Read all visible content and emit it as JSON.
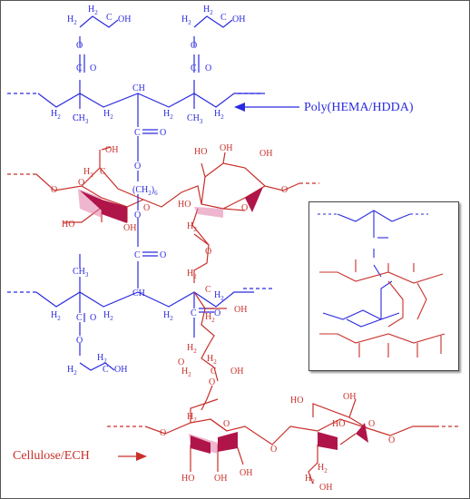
{
  "labels": {
    "polymer": "Poly(HEMA/HDDA)",
    "cellulose": "Cellulose/ECH"
  },
  "atoms": {
    "H2": "H",
    "sub2": "2",
    "C": "C",
    "O": "O",
    "OH": "OH",
    "HO": "HO",
    "CH": "CH",
    "CH3": "CH",
    "sub3": "3",
    "CH2_6": "(CH",
    "sub6": "6",
    "close_paren": ")"
  },
  "colors": {
    "polymer": "#2a2ae0",
    "cellulose": "#c8302a",
    "wedge_fill": "#b0154a",
    "wedge_glow": "#e27aa8",
    "frame": "#555555"
  }
}
